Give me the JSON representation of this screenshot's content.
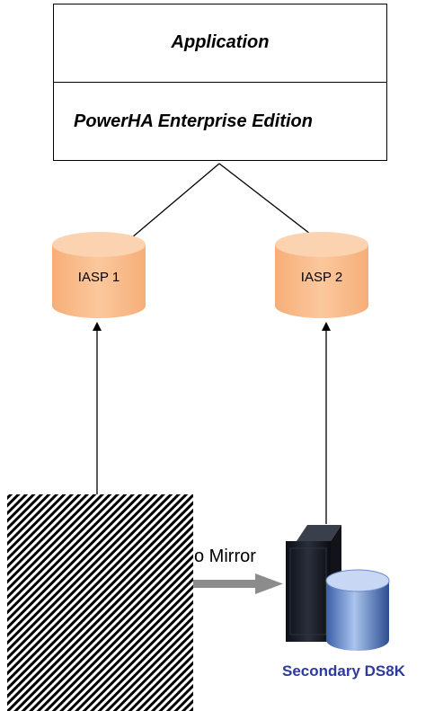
{
  "top_box": {
    "application": "Application",
    "powerha": "PowerHA Enterprise Edition"
  },
  "iasp": [
    {
      "label": "IASP 1"
    },
    {
      "label": "IASP 2"
    }
  ],
  "mirror_label": "o Mirror",
  "secondary_label": "Secondary DS8K",
  "colors": {
    "cylinder": "#f9bf8f",
    "cylinder_top": "#fcd5b4",
    "arrow_gray": "#8c8c8c",
    "secondary_text": "#2e3b9a"
  }
}
